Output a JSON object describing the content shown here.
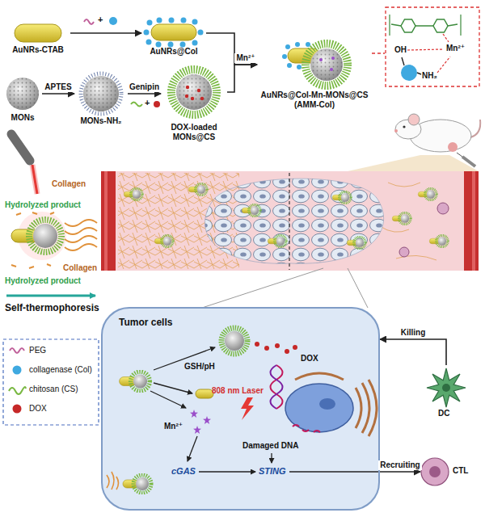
{
  "diagram": {
    "nodes": [
      {
        "text": [
          "AuNRs-CTAB"
        ]
      },
      {
        "text": [
          "AuNRs@Col"
        ]
      },
      {
        "text": [
          "MONs"
        ]
      },
      {
        "text": [
          "MONs-NH₂"
        ]
      },
      {
        "text": [
          "DOX-loaded MONs@CS"
        ]
      },
      {
        "text": [
          "AuNRs@Col-Mn-MONs@CS",
          "(AMM-Col)"
        ]
      },
      {
        "text": [
          "OH",
          "NH₂",
          "Mn²⁺"
        ]
      },
      {
        "text": [
          "Tumor cells"
        ]
      },
      {
        "text": [
          "CTL"
        ]
      },
      {
        "text": [
          "DC"
        ]
      }
    ],
    "edges": [
      {
        "from": 0,
        "to": 1,
        "arrow": "to"
      },
      {
        "from": 2,
        "to": 3,
        "label": "APTES",
        "arrow": "to"
      },
      {
        "from": 3,
        "to": 4,
        "label": "Genipin",
        "arrow": "to"
      },
      {
        "from": 1,
        "to": 5,
        "arrow": "to"
      },
      {
        "from": 4,
        "to": 5,
        "label": "Mn²⁺",
        "arrow": "to"
      },
      {
        "from": 5,
        "to": 6,
        "arrow": "none"
      },
      {
        "from": 7,
        "to": 8,
        "label": "Recruiting",
        "arrow": "to"
      },
      {
        "from": 9,
        "to": 7,
        "label": "Killing",
        "arrow": "to"
      }
    ],
    "labels": [
      "+",
      "+",
      "Collagen",
      "Hydrolyzed product",
      "Hydrolyzed product",
      "Collagen",
      "Self-thermophoresis",
      "GSH/pH",
      "808 nm Laser",
      "DOX",
      "Mn²⁺",
      "Damaged DNA",
      "cGAS",
      "STING"
    ],
    "legend": [
      {
        "text": "PEG"
      },
      {
        "text": "collagenase (Col)",
        "color": "#3fa9e0"
      },
      {
        "text": "chitosan (CS)"
      },
      {
        "text": "DOX",
        "color": "#c62828"
      }
    ]
  }
}
